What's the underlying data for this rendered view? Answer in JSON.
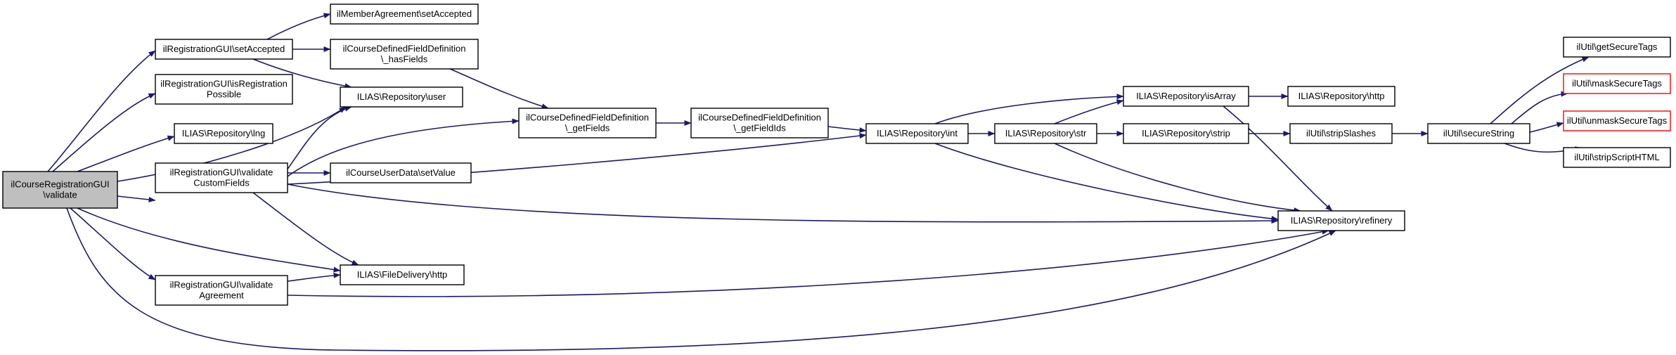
{
  "graph": {
    "colors": {
      "edge": "#191970",
      "node_border": "#000000",
      "node_border_unresolved": "#ff0000",
      "node_fill": "#ffffff",
      "root_fill": "#bfbfbf",
      "text": "#000000"
    },
    "root": "validate",
    "nodes": [
      {
        "id": "validate",
        "lines": [
          "ilCourseRegistrationGUI",
          "\\validate"
        ],
        "root": true
      },
      {
        "id": "setAccepted",
        "lines": [
          "ilRegistrationGUI\\setAccepted"
        ]
      },
      {
        "id": "isRegPossible",
        "lines": [
          "ilRegistrationGUI\\isRegistration",
          "Possible"
        ]
      },
      {
        "id": "lng",
        "lines": [
          "ILIAS\\Repository\\lng"
        ]
      },
      {
        "id": "validateCustomFields",
        "lines": [
          "ilRegistrationGUI\\validate",
          "CustomFields"
        ]
      },
      {
        "id": "validateAgreement",
        "lines": [
          "ilRegistrationGUI\\validate",
          "Agreement"
        ]
      },
      {
        "id": "memberSetAccepted",
        "lines": [
          "ilMemberAgreement\\setAccepted"
        ]
      },
      {
        "id": "hasFields",
        "lines": [
          "ilCourseDefinedFieldDefinition",
          "\\_hasFields"
        ]
      },
      {
        "id": "user",
        "lines": [
          "ILIAS\\Repository\\user"
        ]
      },
      {
        "id": "getFields",
        "lines": [
          "ilCourseDefinedFieldDefinition",
          "\\_getFields"
        ]
      },
      {
        "id": "setValue",
        "lines": [
          "ilCourseUserData\\setValue"
        ]
      },
      {
        "id": "fdHttp",
        "lines": [
          "ILIAS\\FileDelivery\\http"
        ]
      },
      {
        "id": "getFieldIds",
        "lines": [
          "ilCourseDefinedFieldDefinition",
          "\\_getFieldIds"
        ]
      },
      {
        "id": "int",
        "lines": [
          "ILIAS\\Repository\\int"
        ]
      },
      {
        "id": "str",
        "lines": [
          "ILIAS\\Repository\\str"
        ]
      },
      {
        "id": "isArray",
        "lines": [
          "ILIAS\\Repository\\isArray"
        ]
      },
      {
        "id": "strip",
        "lines": [
          "ILIAS\\Repository\\strip"
        ]
      },
      {
        "id": "refinery",
        "lines": [
          "ILIAS\\Repository\\refinery"
        ]
      },
      {
        "id": "repoHttp",
        "lines": [
          "ILIAS\\Repository\\http"
        ]
      },
      {
        "id": "stripSlashes",
        "lines": [
          "ilUtil\\stripSlashes"
        ]
      },
      {
        "id": "secureString",
        "lines": [
          "ilUtil\\secureString"
        ]
      },
      {
        "id": "getSecureTags",
        "lines": [
          "ilUtil\\getSecureTags"
        ]
      },
      {
        "id": "maskSecureTags",
        "lines": [
          "ilUtil\\maskSecureTags"
        ],
        "unresolved": true
      },
      {
        "id": "unmaskSecureTags",
        "lines": [
          "ilUtil\\unmaskSecureTags"
        ],
        "unresolved": true
      },
      {
        "id": "stripScriptHTML",
        "lines": [
          "ilUtil\\stripScriptHTML"
        ]
      }
    ],
    "edges": [
      {
        "from": "validate",
        "to": "setAccepted"
      },
      {
        "from": "validate",
        "to": "isRegPossible"
      },
      {
        "from": "validate",
        "to": "lng"
      },
      {
        "from": "validate",
        "to": "user"
      },
      {
        "from": "validate",
        "to": "validateCustomFields"
      },
      {
        "from": "validate",
        "to": "fdHttp"
      },
      {
        "from": "validate",
        "to": "validateAgreement"
      },
      {
        "from": "validate",
        "to": "refinery"
      },
      {
        "from": "setAccepted",
        "to": "memberSetAccepted"
      },
      {
        "from": "setAccepted",
        "to": "hasFields"
      },
      {
        "from": "setAccepted",
        "to": "user"
      },
      {
        "from": "hasFields",
        "to": "getFields"
      },
      {
        "from": "validateCustomFields",
        "to": "user"
      },
      {
        "from": "validateCustomFields",
        "to": "getFields"
      },
      {
        "from": "validateCustomFields",
        "to": "setValue"
      },
      {
        "from": "validateCustomFields",
        "to": "fdHttp"
      },
      {
        "from": "validateCustomFields",
        "to": "int"
      },
      {
        "from": "validateCustomFields",
        "to": "refinery"
      },
      {
        "from": "validateAgreement",
        "to": "fdHttp"
      },
      {
        "from": "validateAgreement",
        "to": "refinery"
      },
      {
        "from": "getFields",
        "to": "getFieldIds"
      },
      {
        "from": "getFieldIds",
        "to": "int"
      },
      {
        "from": "int",
        "to": "isArray"
      },
      {
        "from": "int",
        "to": "str"
      },
      {
        "from": "int",
        "to": "refinery"
      },
      {
        "from": "str",
        "to": "isArray"
      },
      {
        "from": "str",
        "to": "strip"
      },
      {
        "from": "str",
        "to": "refinery"
      },
      {
        "from": "isArray",
        "to": "repoHttp"
      },
      {
        "from": "isArray",
        "to": "refinery"
      },
      {
        "from": "strip",
        "to": "stripSlashes"
      },
      {
        "from": "stripSlashes",
        "to": "secureString"
      },
      {
        "from": "secureString",
        "to": "getSecureTags"
      },
      {
        "from": "secureString",
        "to": "maskSecureTags"
      },
      {
        "from": "secureString",
        "to": "unmaskSecureTags"
      },
      {
        "from": "secureString",
        "to": "stripScriptHTML"
      }
    ]
  }
}
